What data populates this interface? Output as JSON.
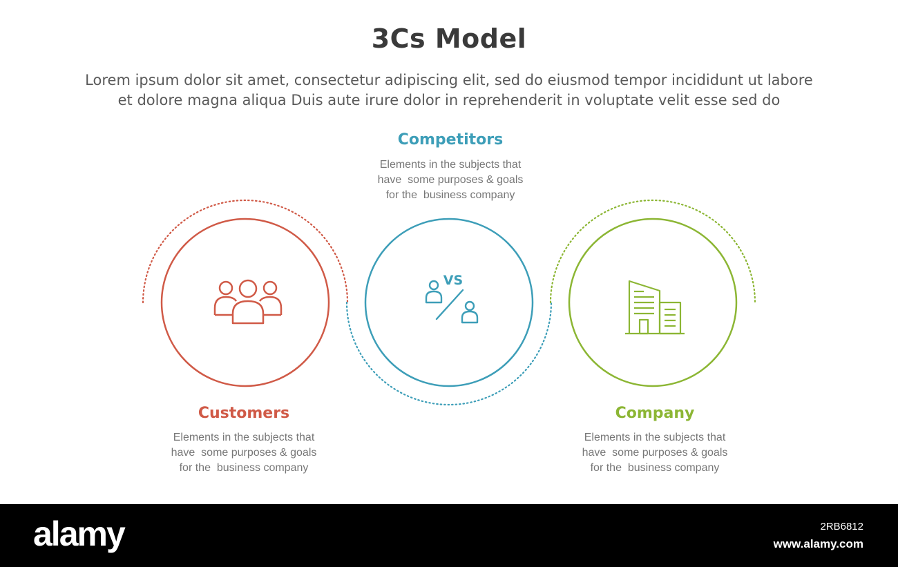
{
  "title": "3Cs Model",
  "subtitle": {
    "line1": "Lorem ipsum dolor sit amet, consectetur adipiscing elit, sed do eiusmod tempor incididunt ut labore",
    "line2": "et dolore magna aliqua Duis aute irure dolor in reprehenderit in voluptate velit esse sed do"
  },
  "items": [
    {
      "label": "Customers",
      "color": "#d05a47",
      "icon": "people-group-icon",
      "desc": [
        "Elements in the subjects that",
        "have  some purposes & goals",
        "for the  business company"
      ]
    },
    {
      "label": "Competitors",
      "color": "#3d9eb8",
      "icon": "versus-icon",
      "icon_text": "VS",
      "desc": [
        "Elements in the subjects that",
        "have  some purposes & goals",
        "for the  business company"
      ]
    },
    {
      "label": "Company",
      "color": "#8cb634",
      "icon": "building-icon",
      "desc": [
        "Elements in the subjects that",
        "have  some purposes & goals",
        "for the  business company"
      ]
    }
  ],
  "footer": {
    "brand": "alamy",
    "image_id": "2RB6812",
    "site": "www.alamy.com"
  }
}
